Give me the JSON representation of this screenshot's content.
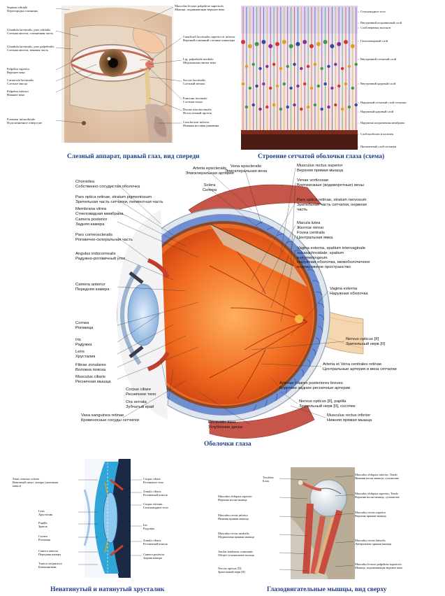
{
  "captions": {
    "lacrimal": "Слезный аппарат, правый глаз, вид спереди",
    "retina": "Строение сетчатой оболочки глаза (схема)",
    "coats": "Оболочки глаза",
    "lens": "Ненатянутый и натянутый хрусталик",
    "muscles": "Глазодвигательные мышцы, вид сверху"
  },
  "lacrimal_labels": [
    {
      "lat": "Septum orbitale",
      "ru": "Перегородка глазницы"
    },
    {
      "lat": "Glandula lacrimalis, pars orbitalis",
      "ru": "Слезная железа, глазничная часть"
    },
    {
      "lat": "Glandula lacrimalis, pars palpebralis",
      "ru": "Слезная железа, вековая часть"
    },
    {
      "lat": "Palpebra superior",
      "ru": "Верхнее веко"
    },
    {
      "lat": "Caruncula lacrimalis",
      "ru": "Слезное мясцо"
    },
    {
      "lat": "Palpebra inferior",
      "ru": "Нижнее веко"
    },
    {
      "lat": "Foramen infraorbitale",
      "ru": "Подглазничное отверстие"
    },
    {
      "lat": "Musculus levator palpebrae superioris",
      "ru": "Мышца, поднимающая верхнее веко"
    },
    {
      "lat": "Canaliculi lacrimales superior et inferior",
      "ru": "Верхний и нижний слезные канальцы"
    },
    {
      "lat": "Lig. palpebrale mediale",
      "ru": "Медиальная связка века"
    },
    {
      "lat": "Saccus lacrimalis",
      "ru": "Слезный мешок"
    },
    {
      "lat": "Punctum lacrimale",
      "ru": "Слезная точка"
    },
    {
      "lat": "Ductus nasolacrimalis",
      "ru": "Носослезный проток"
    },
    {
      "lat": "Concha nasi inferior",
      "ru": "Нижняя носовая раковина"
    }
  ],
  "retina_labels": [
    "Стекловидное тело",
    "Внутренний пограничный слой",
    "Слой нервных волокон",
    "Ганглионарный слой",
    "Внутренний сетчатый слой",
    "Внутренний ядерный слой",
    "Наружный сетчатый слой сетчатки",
    "Наружный ядерный слой",
    "Наружная пограничная мембрана",
    "Слой колбочек и палочек",
    "Пигментный слой сетчатки"
  ],
  "coats_left": [
    {
      "lat": "Choroidea",
      "ru": "Собственно сосудистая оболочка"
    },
    {
      "lat": "Pars optica retinae, stratum pigmentosum",
      "ru": "Зрительная часть сетчатки, пигментная часть"
    },
    {
      "lat": "Membrana vitrea",
      "ru": "Стекловидная мембрана"
    },
    {
      "lat": "Camera posterior",
      "ru": "Задняя камера"
    },
    {
      "lat": "Pars corneoscleralis",
      "ru": "Роговично-склеральная часть"
    },
    {
      "lat": "Angulus iridocornealis",
      "ru": "Радужно-роговичный угол"
    },
    {
      "lat": "Camera anterior",
      "ru": "Передняя камера"
    },
    {
      "lat": "Cornea",
      "ru": "Роговица"
    },
    {
      "lat": "Iris",
      "ru": "Радужка"
    },
    {
      "lat": "Lens",
      "ru": "Хрусталик"
    },
    {
      "lat": "Fibrae zonulares",
      "ru": "Волокна пояска"
    },
    {
      "lat": "Musculus ciliaris",
      "ru": "Ресничная мышца"
    },
    {
      "lat": "Corpus ciliare",
      "ru": "Ресничное тело"
    },
    {
      "lat": "Ora serrata",
      "ru": "Зубчатый край"
    },
    {
      "lat": "Vasa sanguinea retinae",
      "ru": "Кровеносные сосуды сетчатки"
    },
    {
      "lat": "Excavatio disci",
      "ru": "Углубление диска"
    }
  ],
  "coats_right": [
    {
      "lat": "Arteria episcleralis",
      "ru": "Эписклеральная артерия"
    },
    {
      "lat": "Vena episcleralis",
      "ru": "Эписклеральная вена"
    },
    {
      "lat": "Sclera",
      "ru": "Склера"
    },
    {
      "lat": "Musculus rectus superior",
      "ru": "Верхняя прямая мышца"
    },
    {
      "lat": "Venae vorticosae",
      "ru": "Вортикозные (водоворотные) вены"
    },
    {
      "lat": "Pars optica retinae, stratum nervosum",
      "ru": "Зрительная часть сетчатки, нервная часть"
    },
    {
      "lat": "Macula lutea",
      "ru": "Желтое пятно"
    },
    {
      "lat": "Fovea centralis",
      "ru": "Центральная ямка"
    },
    {
      "lat": "Vagina externa, spatium intervaginale subarachnoidale; spatium leptomeningeum",
      "ru": "Наружная оболочка, межоболочечное подпаутинное пространство"
    },
    {
      "lat": "Vagina externa",
      "ru": "Наружная оболочка"
    },
    {
      "lat": "Nervus opticus [II]",
      "ru": "Зрительный нерв [II]"
    },
    {
      "lat": "Arteria et Vena centrales retinae",
      "ru": "Центральные артерия и вена сетчатки"
    },
    {
      "lat": "Arteriae ciliares posteriores breves",
      "ru": "Короткие задние ресничные артерии"
    },
    {
      "lat": "Nervus opticus [II], papilla",
      "ru": "Зрительный нерв [II], сосочек"
    },
    {
      "lat": "Musculus rectus inferior",
      "ru": "Нижняя прямая мышца"
    }
  ],
  "lens_labels": [
    {
      "lat": "Sinus venosus sclerae",
      "ru": "Венозный синус склеры (шлеммов канал)"
    },
    {
      "lat": "Lens",
      "ru": "Хрусталик"
    },
    {
      "lat": "Pupilla",
      "ru": "Зрачок"
    },
    {
      "lat": "Cornea",
      "ru": "Роговица"
    },
    {
      "lat": "Camera anterior",
      "ru": "Передняя камера"
    },
    {
      "lat": "Tunica conjunctiva",
      "ru": "Конъюнктива"
    },
    {
      "lat": "Corpus ciliare",
      "ru": "Ресничное тело"
    },
    {
      "lat": "Zonula ciliaris",
      "ru": "Ресничный поясок"
    },
    {
      "lat": "Corpus vitreum",
      "ru": "Стекловидное тело"
    },
    {
      "lat": "Iris",
      "ru": "Радужка"
    },
    {
      "lat": "Zonula ciliaris",
      "ru": "Ресничный поясок"
    },
    {
      "lat": "Camera posterior",
      "ru": "Задняя камера"
    }
  ],
  "muscle_labels": [
    {
      "lat": "Trochlea",
      "ru": "Блок"
    },
    {
      "lat": "Musculus obliquus superior",
      "ru": "Верхняя косая мышца"
    },
    {
      "lat": "Musculus rectus inferior",
      "ru": "Нижняя прямая мышца"
    },
    {
      "lat": "Musculus rectus medialis",
      "ru": "Медиальная прямая мышца"
    },
    {
      "lat": "Anulus tendineus communis",
      "ru": "Общее сухожильное кольцо"
    },
    {
      "lat": "Nervus opticus [II]",
      "ru": "Зрительный нерв [II]"
    },
    {
      "lat": "Musculus obliquus inferior; Tendo",
      "ru": "Нижняя косая мышца; сухожилие"
    },
    {
      "lat": "Musculus obliquus superior; Tendo",
      "ru": "Верхняя косая мышца; сухожилие"
    },
    {
      "lat": "Musculus rectus superior",
      "ru": "Верхняя прямая мышца"
    },
    {
      "lat": "Musculus rectus lateralis",
      "ru": "Латеральная прямая мышца"
    },
    {
      "lat": "Musculus levator palpebrae superioris",
      "ru": "Мышца, поднимающая верхнее веко"
    }
  ]
}
